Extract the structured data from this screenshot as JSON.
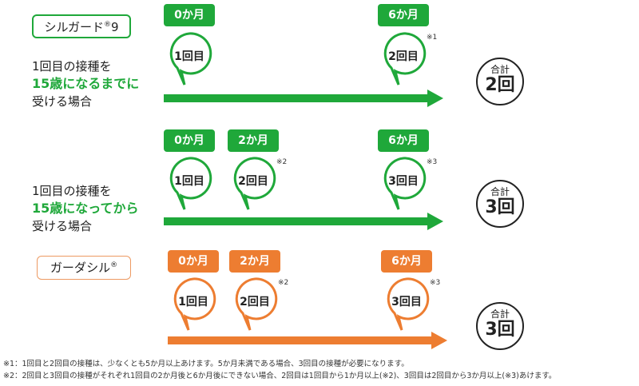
{
  "colors": {
    "green": "#1fa83a",
    "orange": "#ed7d31",
    "highlight": "#1fa83a"
  },
  "silgard": {
    "label": "シルガード",
    "reg": "®",
    "suffix": "9",
    "row1": {
      "desc_line1": "1回目の接種を",
      "desc_highlight": "15歳になるまでに",
      "desc_line3": "受ける場合",
      "months": [
        "0か月",
        "6か月"
      ],
      "doses": [
        "1回目",
        "2回目"
      ],
      "note_marks": [
        "※1"
      ],
      "total_label": "合計",
      "total_value": "2回"
    },
    "row2": {
      "desc_line1": "1回目の接種を",
      "desc_highlight": "15歳になってから",
      "desc_line3": "受ける場合",
      "months": [
        "0か月",
        "2か月",
        "6か月"
      ],
      "doses": [
        "1回目",
        "2回目",
        "3回目"
      ],
      "note_marks": [
        "※2",
        "※3"
      ],
      "total_label": "合計",
      "total_value": "3回"
    }
  },
  "gardasil": {
    "label": "ガーダシル",
    "reg": "®",
    "months": [
      "0か月",
      "2か月",
      "6か月"
    ],
    "doses": [
      "1回目",
      "2回目",
      "3回目"
    ],
    "note_marks": [
      "※2",
      "※3"
    ],
    "total_label": "合計",
    "total_value": "3回"
  },
  "footnotes": [
    "※1：1回目と2回目の接種は、少なくとも5か月以上あけます。5か月未満である場合、3回目の接種が必要になります。",
    "※2：2回目と3回目の接種がそれぞれ1回目の2か月後と6か月後にできない場合、2回目は1回目から1か月以上(※2)、3回目は2回目から3か月以上(※3)あけます。"
  ]
}
